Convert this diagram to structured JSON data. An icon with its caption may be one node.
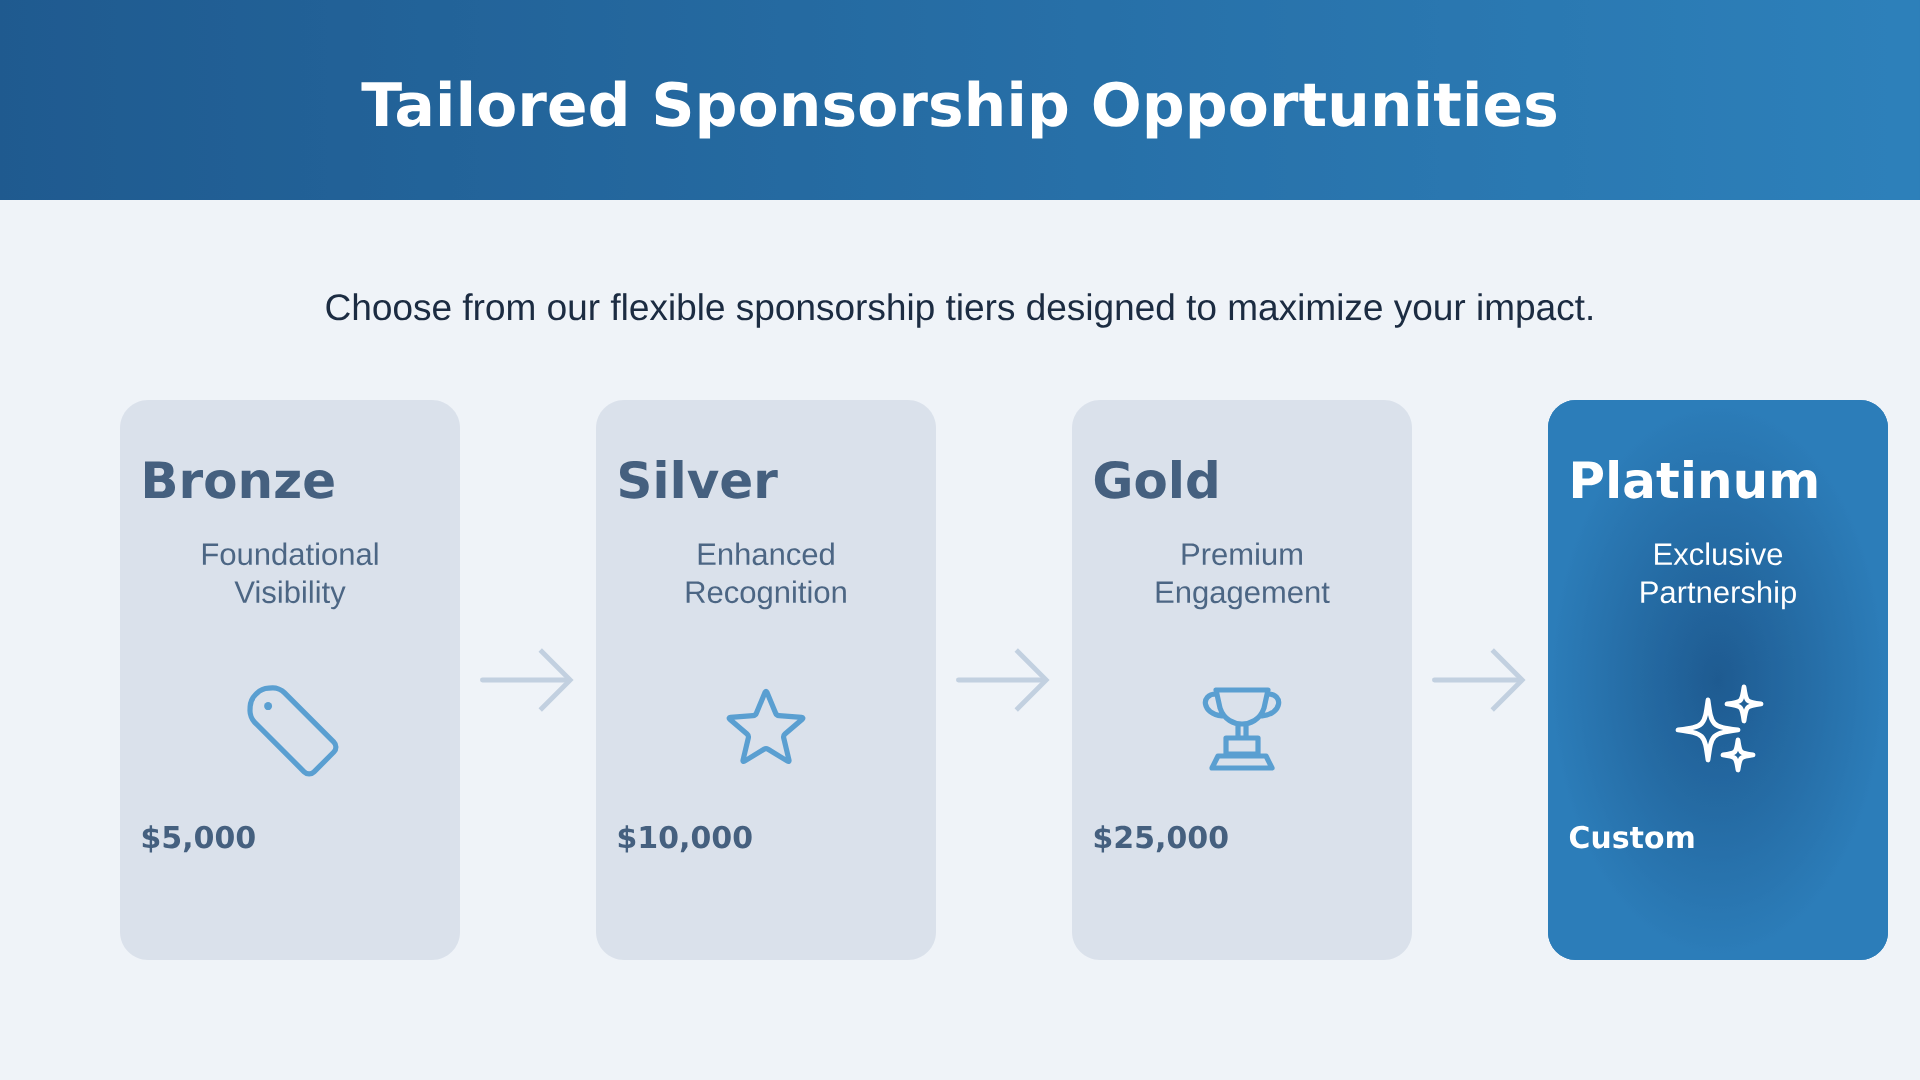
{
  "diagram": {
    "title": "Tailored Sponsorship Opportunities",
    "nodes": [
      {
        "text": [
          "Bronze",
          "Foundational Visibility",
          "$5,000"
        ]
      },
      {
        "text": [
          "Silver",
          "Enhanced Recognition",
          "$10,000"
        ]
      },
      {
        "text": [
          "Gold",
          "Premium Engagement",
          "$25,000"
        ]
      },
      {
        "text": [
          "Platinum",
          "Exclusive Partnership",
          "Custom"
        ]
      }
    ],
    "edges": [
      {
        "from": 0,
        "to": 1,
        "arrow": "to"
      },
      {
        "from": 1,
        "to": 2,
        "arrow": "to"
      },
      {
        "from": 2,
        "to": 3,
        "arrow": "to"
      }
    ],
    "labels": [
      "Choose from our flexible sponsorship tiers designed to maximize your impact."
    ]
  }
}
